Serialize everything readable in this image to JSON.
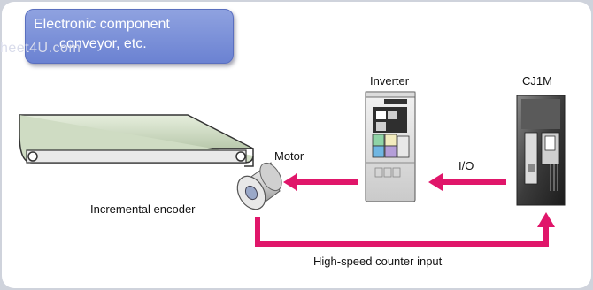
{
  "title": {
    "line1": "Electronic component",
    "line2": "conveyor, etc."
  },
  "watermark": "heet4U.com",
  "labels": {
    "inverter": "Inverter",
    "cj1m": "CJ1M",
    "motor": "Motor",
    "io": "I/O",
    "encoder": "Incremental encoder",
    "counter": "High-speed counter input"
  },
  "colors": {
    "arrow": "#e0166a",
    "panel": "#ffffff",
    "title_box": "#7389d6"
  }
}
